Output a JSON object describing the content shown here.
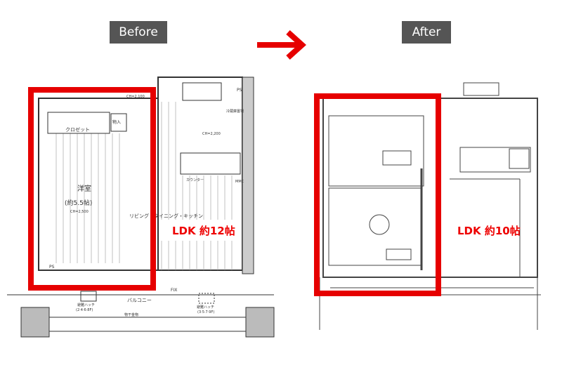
{
  "labels": {
    "before": "Before",
    "after": "After"
  },
  "before_plan": {
    "ldk": "LDK 約12帖",
    "room": "洋室",
    "room_size": "(約5.5帖)",
    "room_ch": "CH=2,500",
    "closet": "クロゼット",
    "storage": "物入",
    "ldk_jp": "リビング・ダイニング・キッチン",
    "counter": "カウンター",
    "balcony": "バルコニー",
    "drying": "物干金物",
    "hatch1": "避難ハッチ",
    "hatch1_floors": "(2·4·6·8F)",
    "hatch2": "避難ハッチ",
    "hatch2_floors": "(3·5·7·9F)",
    "fix": "FIX",
    "ps": "PS",
    "ps2": "PS",
    "mmc": "MMC",
    "fridge": "冷蔵庫置場",
    "ch_ldk": "CH=2,200",
    "ch_top": "CH=2,100"
  },
  "after_plan": {
    "ldk": "LDK 約10帖"
  },
  "colors": {
    "highlight": "#e60000",
    "tag_bg": "#555555"
  }
}
